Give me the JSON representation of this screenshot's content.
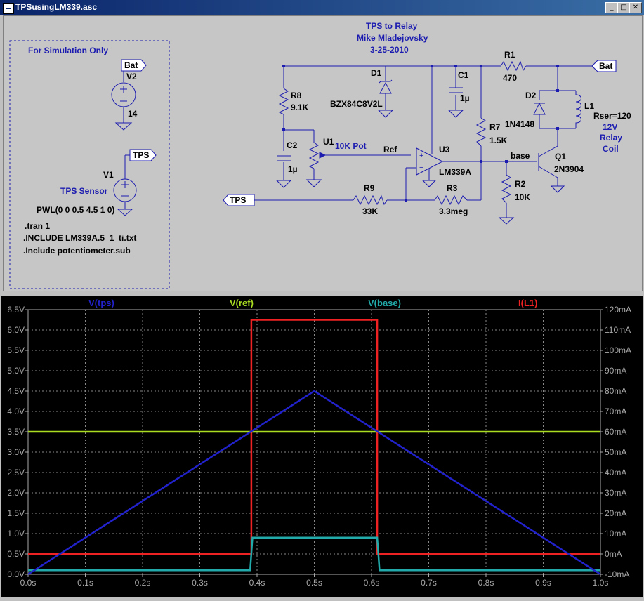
{
  "window": {
    "title": "TPSusingLM339.asc",
    "minimize": "_",
    "restore": "□",
    "close": "✕"
  },
  "schematic": {
    "header": [
      "TPS to Relay",
      "Mike Mladejovsky",
      "3-25-2010"
    ],
    "sim_box_title": "For Simulation Only",
    "labels": {
      "bat1": "Bat",
      "bat2": "Bat",
      "tps1": "TPS",
      "tps2": "TPS",
      "v2": "V2",
      "v2_val": "14",
      "v1": "V1",
      "tps_sensor": "TPS Sensor",
      "pwl": "PWL(0 0 0.5 4.5 1 0)",
      "r8": "R8",
      "r8_val": "9.1K",
      "d1": "D1",
      "d1_val": "BZX84C8V2L",
      "c1": "C1",
      "c1_val": "1µ",
      "c2": "C2",
      "c2_val": "1µ",
      "u1": "U1",
      "pot": "10K Pot",
      "ref": "Ref",
      "u3": "U3",
      "u3_val": "LM339A",
      "r7": "R7",
      "r7_val": "1.5K",
      "r1": "R1",
      "r1_val": "470",
      "d2": "D2",
      "d2_val": "1N4148",
      "l1": "L1",
      "rser": "Rser=120",
      "relay1": "12V",
      "relay2": "Relay",
      "relay3": "Coil",
      "base": "base",
      "q1": "Q1",
      "q1_val": "2N3904",
      "r2": "R2",
      "r2_val": "10K",
      "r9": "R9",
      "r9_val": "33K",
      "r3": "R3",
      "r3_val": "3.3meg"
    },
    "directives": [
      ".tran 1",
      ".INCLUDE LM339A.5_1_ti.txt",
      ".Include potentiometer.sub"
    ]
  },
  "colors": {
    "vtps": "#2222cc",
    "vref": "#aadd22",
    "vbase": "#22aaaa",
    "il1": "#ee2222",
    "wire": "#1c1cb0",
    "grid": "#888888",
    "axis": "#aaaaaa"
  },
  "chart_data": {
    "type": "line",
    "xlabel": "",
    "ylabel": "",
    "xlim": [
      0,
      1
    ],
    "ylim_left": [
      0,
      6.5
    ],
    "ylim_right": [
      -10,
      120
    ],
    "x_ticks": [
      "0.0s",
      "0.1s",
      "0.2s",
      "0.3s",
      "0.4s",
      "0.5s",
      "0.6s",
      "0.7s",
      "0.8s",
      "0.9s",
      "1.0s"
    ],
    "y_left_ticks": [
      "0.0V",
      "0.5V",
      "1.0V",
      "1.5V",
      "2.0V",
      "2.5V",
      "3.0V",
      "3.5V",
      "4.0V",
      "4.5V",
      "5.0V",
      "5.5V",
      "6.0V",
      "6.5V"
    ],
    "y_right_ticks": [
      "-10mA",
      "0mA",
      "10mA",
      "20mA",
      "30mA",
      "40mA",
      "50mA",
      "60mA",
      "70mA",
      "80mA",
      "90mA",
      "100mA",
      "110mA",
      "120mA"
    ],
    "series": [
      {
        "name": "V(tps)",
        "axis": "left",
        "x": [
          0,
          0.5,
          1.0
        ],
        "y": [
          0,
          4.5,
          0
        ]
      },
      {
        "name": "V(ref)",
        "axis": "left",
        "x": [
          0,
          1.0
        ],
        "y": [
          3.5,
          3.5
        ]
      },
      {
        "name": "V(base)",
        "axis": "left",
        "x": [
          0,
          0.388,
          0.392,
          0.61,
          0.614,
          1.0
        ],
        "y": [
          0.1,
          0.1,
          0.9,
          0.9,
          0.1,
          0.1
        ]
      },
      {
        "name": "I(L1)",
        "axis": "right",
        "x": [
          0,
          0.39,
          0.39,
          0.61,
          0.61,
          1.0
        ],
        "y": [
          0,
          0,
          115,
          115,
          0,
          0
        ]
      }
    ]
  }
}
